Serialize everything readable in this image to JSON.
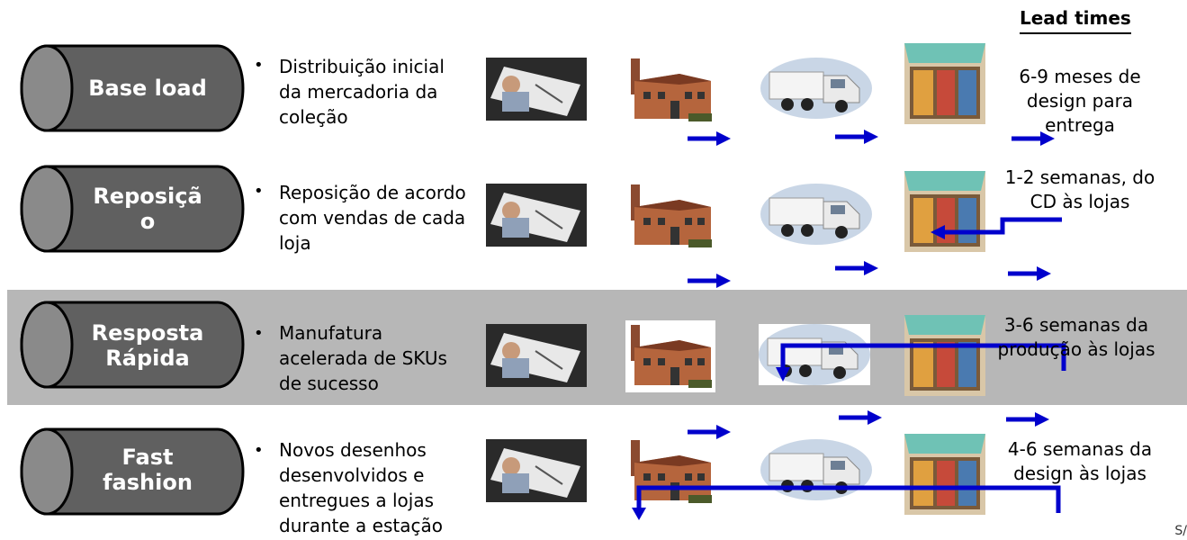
{
  "header": {
    "lead_times": "Lead times"
  },
  "rows": [
    {
      "label_lines": [
        "Base load"
      ],
      "description": "Distribuição inicial da mercadoria da coleção",
      "lead_time": "6-9 meses de design para entrega"
    },
    {
      "label_lines": [
        "Reposiçã",
        "o"
      ],
      "description": "Reposição de acordo com vendas de cada loja",
      "lead_time": "1-2 semanas, do CD às lojas"
    },
    {
      "label_lines": [
        "Resposta",
        "Rápida"
      ],
      "description": "Manufatura acelerada de SKUs de sucesso",
      "lead_time": "3-6 semanas da produção às lojas"
    },
    {
      "label_lines": [
        "Fast",
        "fashion"
      ],
      "description": "Novos desenhos desenvolvidos e entregues a lojas durante a estação",
      "lead_time": "4-6 semanas da design às lojas"
    }
  ],
  "bullet": "•",
  "cut_text": "S/",
  "colors": {
    "cylinder_fill": "#606060",
    "arrow": "#0000cc",
    "highlight": "#b7b7b7"
  },
  "icons": [
    "designer-photo",
    "factory-icon",
    "truck-icon",
    "store-icon",
    "right-arrow-icon"
  ]
}
